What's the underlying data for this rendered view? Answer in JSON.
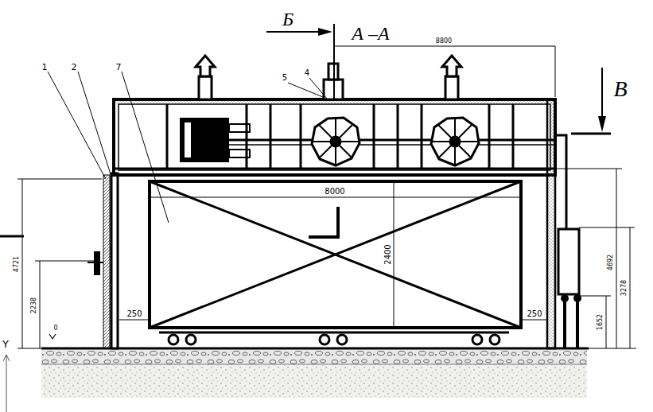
{
  "diagram": {
    "labels": [
      "Б",
      "А –А",
      "8800",
      "В",
      "1",
      "2",
      "7",
      "5",
      "4",
      "8000",
      "2400",
      "250",
      "250",
      "4721",
      "2238",
      "0",
      "4692",
      "3278",
      "1652",
      "Y"
    ]
  }
}
